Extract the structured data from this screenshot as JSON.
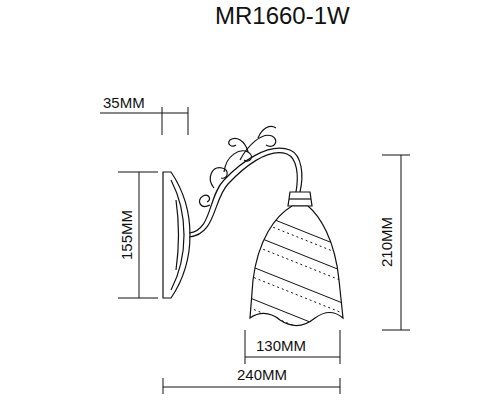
{
  "diagram": {
    "title": "MR1660-1W",
    "labels": [
      "35MM",
      "155MM",
      "210MM",
      "130MM",
      "240MM"
    ]
  }
}
